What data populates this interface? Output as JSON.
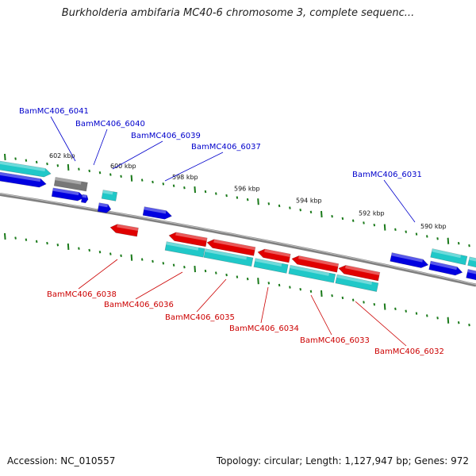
{
  "header": {
    "title": "Burkholderia ambifaria MC40-6 chromosome 3, complete sequenc..."
  },
  "footer": {
    "accession": "Accession: NC_010557",
    "topology": "Topology: circular; Length: 1,127,947 bp; Genes: 972"
  },
  "colors": {
    "forward_gene": "#0000e0",
    "reverse_gene": "#e00000",
    "cds_cyan": "#20c8c8",
    "pseudo_gray": "#777777",
    "backbone": "#808080",
    "tick": "#1a7a1a",
    "label_forward": "#0000cc",
    "label_reverse": "#cc0000"
  },
  "scale": {
    "unit": "kbp",
    "tick_labels": [
      "602 kbp",
      "600 kbp",
      "598 kbp",
      "596 kbp",
      "594 kbp",
      "592 kbp",
      "590 kbp"
    ]
  },
  "gene_labels": {
    "forward": [
      "BamMC406_6041",
      "BamMC406_6040",
      "BamMC406_6039",
      "BamMC406_6037",
      "BamMC406_6031"
    ],
    "reverse": [
      "BamMC406_6038",
      "BamMC406_6036",
      "BamMC406_6035",
      "BamMC406_6034",
      "BamMC406_6033",
      "BamMC406_6032"
    ]
  }
}
